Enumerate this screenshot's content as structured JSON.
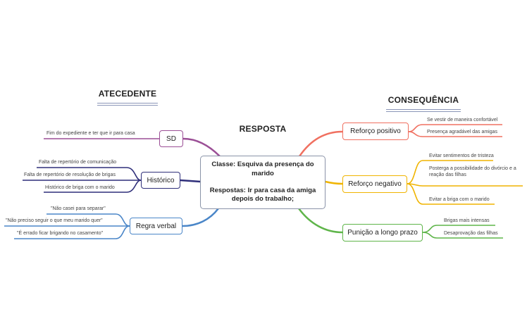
{
  "headings": {
    "antecedente": "ATECEDENTE",
    "resposta": "RESPOSTA",
    "consequencia": "CONSEQUÊNCIA"
  },
  "central": {
    "line1": "Classe: Esquiva da presença do marido",
    "line2": "Respostas: Ir para casa da amiga depois do trabalho;"
  },
  "left_branches": [
    {
      "label": "SD",
      "color": "#9b4f96",
      "leaves": [
        "Fim do expediente e ter que ir para casa"
      ]
    },
    {
      "label": "Histórico",
      "color": "#2f2f7a",
      "leaves": [
        "Falta de repertório de comunicação",
        "Falta de repertório de resolução de brigas",
        "Histórico de briga com o marido"
      ]
    },
    {
      "label": "Regra verbal",
      "color": "#4a86c8",
      "leaves": [
        "\"Não casei para separar\"",
        "\"Não preciso seguir o que meu marido quer\"",
        "\"É errado ficar brigando no casamento\""
      ]
    }
  ],
  "right_branches": [
    {
      "label": "Reforço positivo",
      "color": "#f07060",
      "leaves": [
        "Se vestir de maneira confortável",
        "Presença agradável das amigas"
      ]
    },
    {
      "label": "Reforço negativo",
      "color": "#f0b400",
      "leaves": [
        "Evitar sentimentos de tristeza",
        "Posterga a possibilidade do divórcio e a reação das filhas",
        "Evitar a briga com o marido"
      ]
    },
    {
      "label": "Punição a longo prazo",
      "color": "#5fb54a",
      "leaves": [
        "Brigas mais intensas",
        "Desaprovação das filhas"
      ]
    }
  ]
}
